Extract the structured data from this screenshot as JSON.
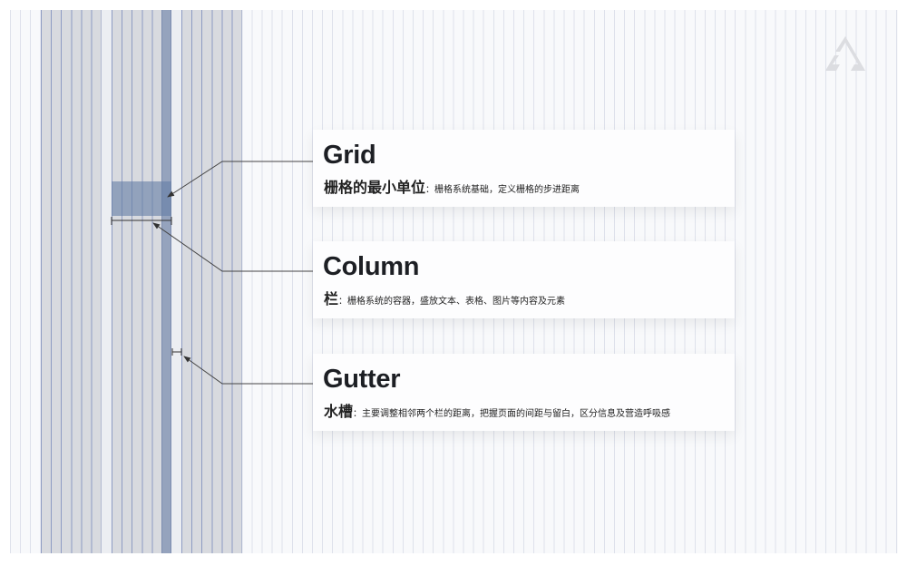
{
  "items": [
    {
      "title": "Grid",
      "term": "栅格的最小单位",
      "sep": "：",
      "desc": "栅格系统基础，定义栅格的步进距离"
    },
    {
      "title": "Column",
      "term": "栏",
      "sep": "：",
      "desc": "栅格系统的容器，盛放文本、表格、图片等内容及元素"
    },
    {
      "title": "Gutter",
      "term": "水槽",
      "sep": "：",
      "desc": "主要调整相邻两个栏的距离，把握页面的间距与留白，区分信息及营造呼吸感"
    }
  ],
  "colors": {
    "column": "#d8dadf",
    "grid_highlight": "#647da5",
    "gutter": "#eceef2",
    "canvas": "#f8f9fb"
  },
  "logo_icon": "triangle-logo-icon"
}
